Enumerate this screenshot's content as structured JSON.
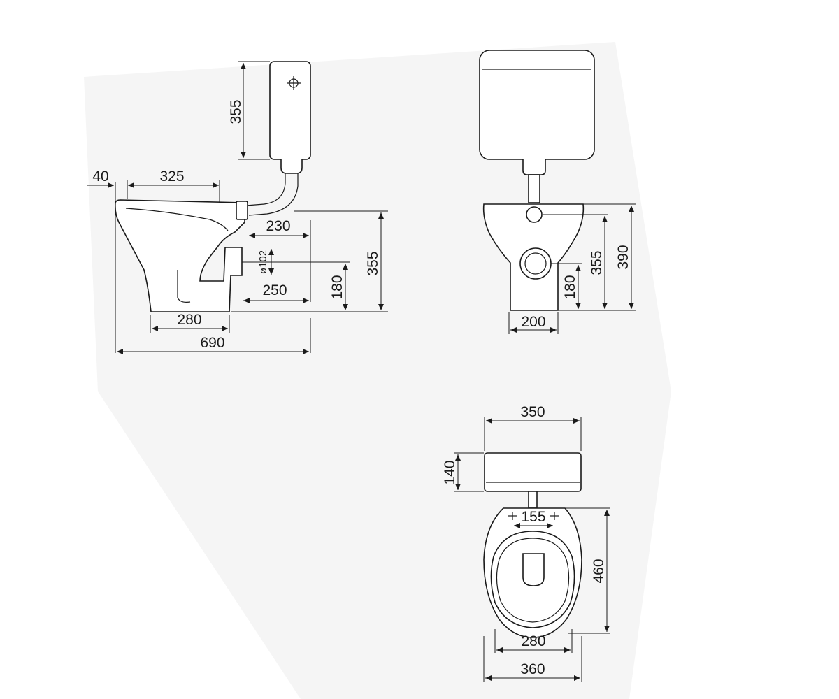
{
  "colors": {
    "line": "#1a1a1a",
    "background": "#ffffff",
    "backdrop": "#f4f4f4"
  },
  "side_view": {
    "rim_overhang": "40",
    "bowl_length": "325",
    "tank_height": "355",
    "inlet_offset": "230",
    "outlet_diameter": "ø102",
    "outlet_offset": "250",
    "outlet_height": "180",
    "inlet_height": "355",
    "base_length": "280",
    "overall_depth": "690"
  },
  "front_view": {
    "base_width": "200",
    "outlet_height": "180",
    "inlet_height": "355",
    "rim_height": "390"
  },
  "top_view": {
    "tank_width": "350",
    "tank_depth": "140",
    "fixing_spacing": "155",
    "bowl_depth": "460",
    "seat_width": "280",
    "bowl_width": "360"
  }
}
